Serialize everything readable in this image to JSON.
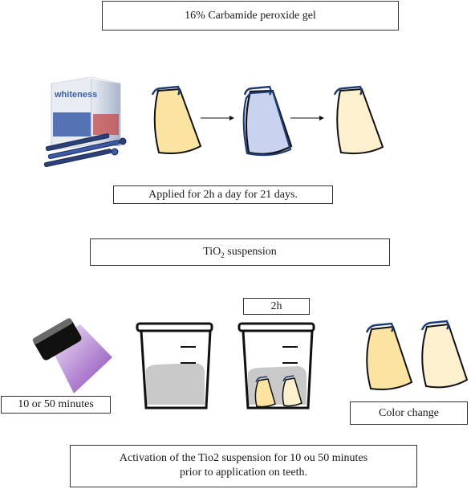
{
  "top_panel": {
    "title": "16% Carbamide peroxide gel",
    "caption": "Applied for 2h a day for 21 days.",
    "product_brand": "whiteness",
    "tooth_colors": [
      "#fbe4a2",
      "#c7d3ef",
      "#fdf0cf"
    ]
  },
  "bottom_panel": {
    "title_main": "TiO",
    "title_sub": "2",
    "title_rest": " suspension",
    "duration_label": "2h",
    "uv_label": "10 or 50 minutes",
    "result_label": "Color change",
    "caption_line1": "Activation of the Tio2 suspension for 10 ou 50 minutes",
    "caption_line2": "prior to application on teeth.",
    "tooth_colors": [
      "#fbe4a2",
      "#fdf0cf"
    ],
    "suspension_color": "#c9c9c9",
    "uv_color": "#9b57c4"
  }
}
